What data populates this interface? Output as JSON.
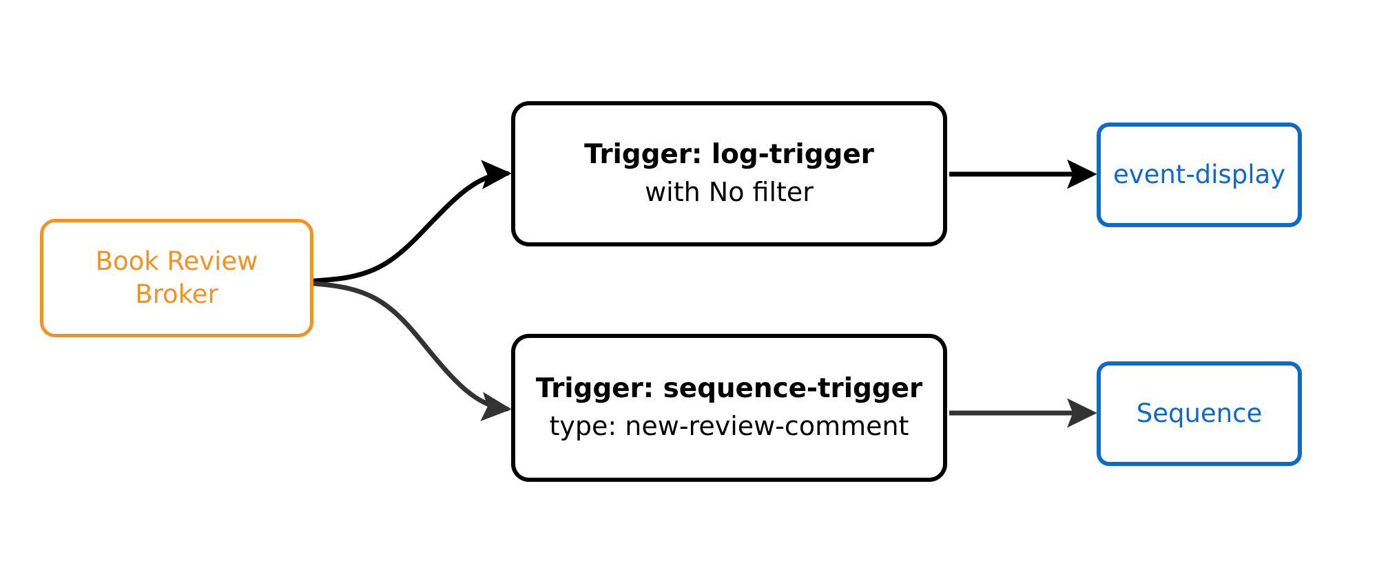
{
  "diagram": {
    "type": "flow-diagram",
    "background_color": "#ffffff",
    "colors": {
      "broker": "#f29222",
      "trigger": "#000000",
      "target": "#1068c8",
      "edge_primary": "#000000",
      "edge_secondary": "#333333"
    },
    "broker": {
      "name": "book-review-broker",
      "line1": "Book Review",
      "line2": "Broker"
    },
    "triggers": [
      {
        "id": "log-trigger",
        "title": "Trigger: log-trigger",
        "subtitle": "with No filter"
      },
      {
        "id": "sequence-trigger",
        "title": "Trigger: sequence-trigger",
        "subtitle": "type: new-review-comment"
      }
    ],
    "targets": [
      {
        "id": "event-display",
        "label": "event-display"
      },
      {
        "id": "sequence",
        "label": "Sequence"
      }
    ]
  }
}
